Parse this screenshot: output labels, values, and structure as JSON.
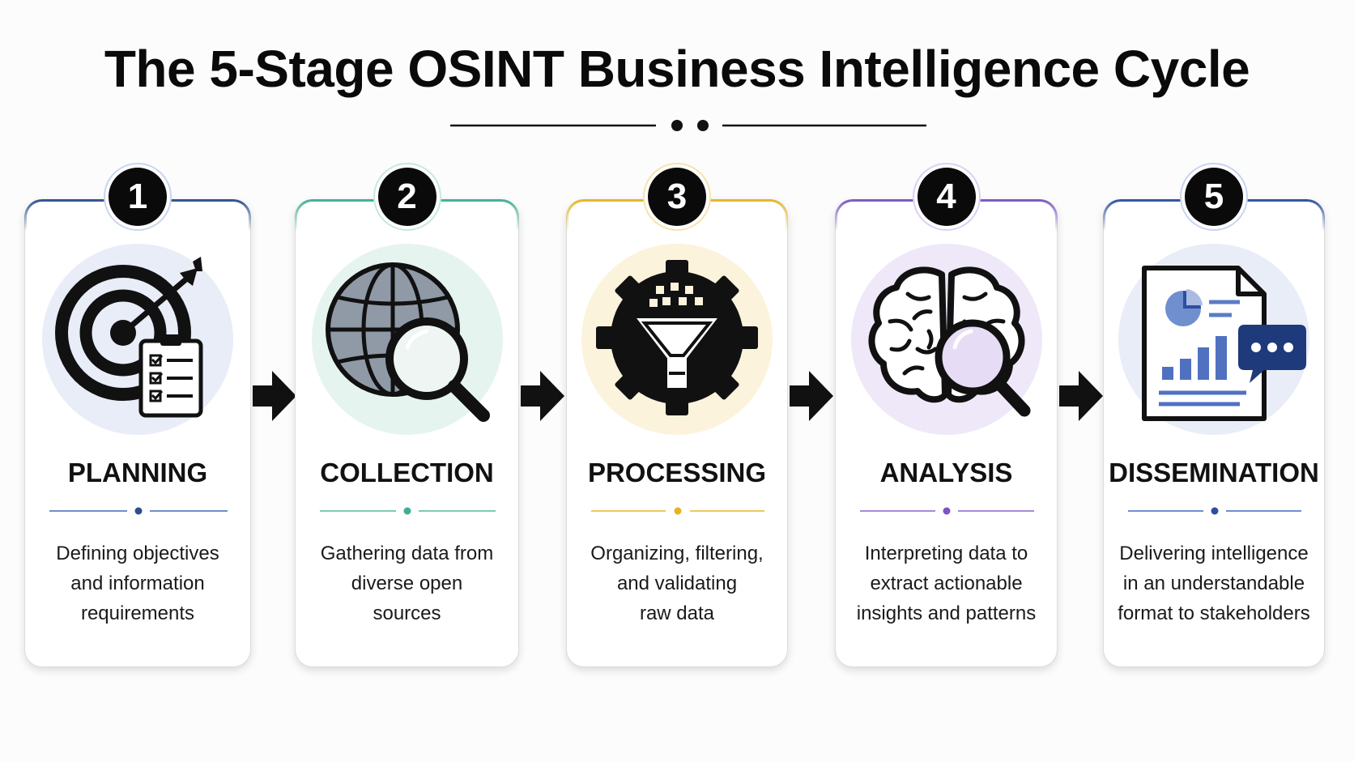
{
  "title": "The 5-Stage OSINT Business Intelligence Cycle",
  "stages": [
    {
      "number": "1",
      "label": "PLANNING",
      "description": "Defining objectives\nand information\nrequirements",
      "accent": "#2d4f8e",
      "accent_light": "#c9d6ee",
      "icon_bg": "#e8edf7",
      "icon": "target-checklist-icon"
    },
    {
      "number": "2",
      "label": "COLLECTION",
      "description": "Gathering data from\ndiverse open\nsources",
      "accent": "#3fae94",
      "accent_light": "#c6e9df",
      "icon_bg": "#e6f4ef",
      "icon": "globe-magnifier-icon"
    },
    {
      "number": "3",
      "label": "PROCESSING",
      "description": "Organizing, filtering,\nand validating\nraw data",
      "accent": "#e6b325",
      "accent_light": "#f6e3ad",
      "icon_bg": "#fcf3dd",
      "icon": "gear-funnel-icon"
    },
    {
      "number": "4",
      "label": "ANALYSIS",
      "description": "Interpreting data to\nextract actionable\ninsights and patterns",
      "accent": "#7b55c4",
      "accent_light": "#ddd0f1",
      "icon_bg": "#efe8f8",
      "icon": "brain-magnifier-icon"
    },
    {
      "number": "5",
      "label": "DISSEMINATION",
      "description": "Delivering intelligence\nin an understandable\nformat to stakeholders",
      "accent": "#2e4fa0",
      "accent_light": "#c9d4ef",
      "icon_bg": "#e9edf8",
      "icon": "report-chat-icon"
    }
  ]
}
